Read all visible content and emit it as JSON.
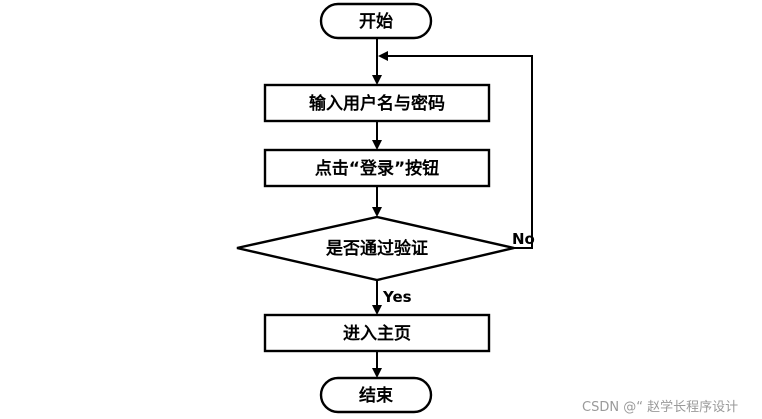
{
  "diagram": {
    "nodes": {
      "start": "开始",
      "input_credentials": "输入用户名与密码",
      "click_login": "点击“登录”按钮",
      "verify": "是否通过验证",
      "enter_home": "进入主页",
      "end": "结束"
    },
    "edges": {
      "no_label": "No",
      "yes_label": "Yes"
    }
  },
  "watermark": "CSDN @“ 赵学长程序设计",
  "colors": {
    "stroke": "#000000",
    "background": "#ffffff",
    "watermark": "#9a9a9a"
  }
}
